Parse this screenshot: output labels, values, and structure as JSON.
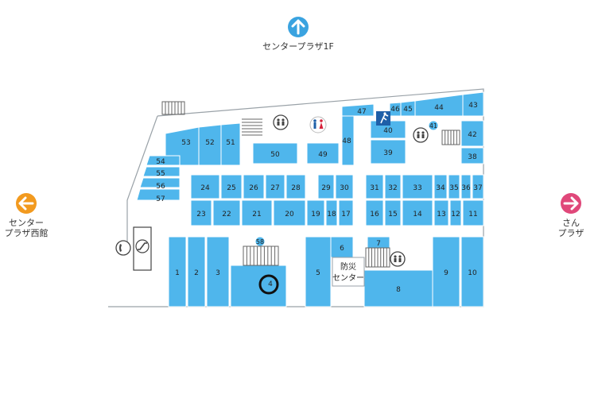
{
  "nav": {
    "up": {
      "label": "センタープラザ1F",
      "color": "#3aa3e0"
    },
    "left": {
      "line1": "センター",
      "line2": "プラザ西館",
      "color": "#f29a1f"
    },
    "right": {
      "line1": "さん",
      "line2": "プラザ",
      "color": "#e0487a"
    }
  },
  "colors": {
    "shop": "#4fb6ec",
    "line": "#ffffff",
    "outline": "#9aa2a8",
    "highlight": "#111111",
    "service": "#1e5fa8"
  },
  "disaster_center": {
    "line1": "防災",
    "line2": "センター"
  },
  "shops": [
    "1",
    "2",
    "3",
    "4",
    "5",
    "6",
    "7",
    "8",
    "9",
    "10",
    "11",
    "12",
    "13",
    "14",
    "15",
    "16",
    "17",
    "18",
    "19",
    "20",
    "21",
    "22",
    "23",
    "24",
    "25",
    "26",
    "27",
    "28",
    "29",
    "30",
    "31",
    "32",
    "33",
    "34",
    "35",
    "36",
    "37",
    "38",
    "39",
    "40",
    "41",
    "42",
    "43",
    "44",
    "45",
    "46",
    "47",
    "48",
    "49",
    "50",
    "51",
    "52",
    "53",
    "54",
    "55",
    "56",
    "57",
    "58"
  ],
  "icons": [
    "elevator-icon",
    "restroom-icon",
    "emergency-exit-icon",
    "phone-icon",
    "escalator-icon",
    "highlight-marker"
  ]
}
